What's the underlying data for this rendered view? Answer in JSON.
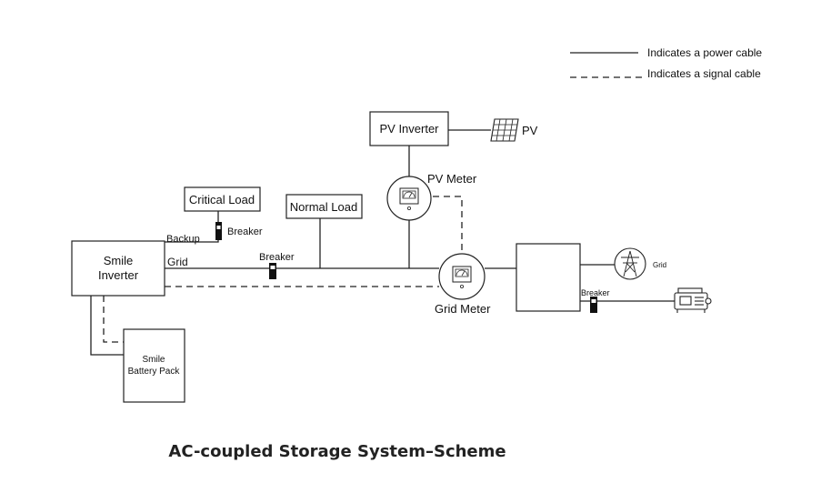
{
  "diagram": {
    "title": "AC-coupled Storage System–Scheme",
    "legend": {
      "power": "Indicates a power cable",
      "signal": "Indicates a signal cable"
    },
    "nodes": {
      "smile_inverter": [
        "Smile",
        "Inverter"
      ],
      "battery_pack": [
        "Smile",
        "Battery Pack"
      ],
      "critical_load": "Critical Load",
      "normal_load": "Normal Load",
      "pv_inverter": "PV Inverter",
      "pv": "PV",
      "pv_meter": "PV Meter",
      "grid_meter": "Grid Meter",
      "grid": "Grid"
    },
    "labels": {
      "backup": "Backup",
      "grid_port": "Grid",
      "breaker_critical": "Breaker",
      "breaker_grid": "Breaker",
      "breaker_generator": "Breaker"
    },
    "icons": {
      "solar_panel": "solar-panel-icon",
      "meter": "meter-icon",
      "pylon": "power-pylon-icon",
      "generator": "generator-icon",
      "breaker": "breaker-icon"
    },
    "colors": {
      "line": "#222222",
      "text": "#111111"
    }
  }
}
